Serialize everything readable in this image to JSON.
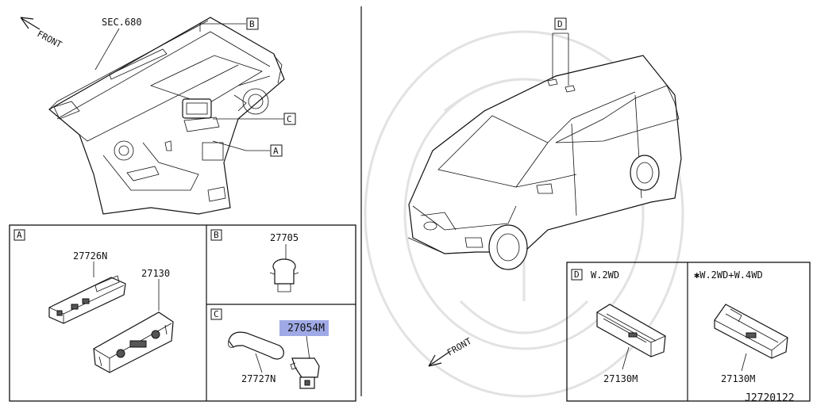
{
  "diagram": {
    "top_left": {
      "front_label": "FRONT",
      "section_label": "SEC.680",
      "callouts": [
        "B",
        "C",
        "A"
      ]
    },
    "panel_a": {
      "tag": "A",
      "parts": [
        "27726N",
        "27130"
      ]
    },
    "panel_b": {
      "tag": "B",
      "parts": [
        "27705"
      ]
    },
    "panel_c": {
      "tag": "C",
      "parts": [
        "27054M",
        "27727N"
      ]
    },
    "van": {
      "callout": "D",
      "front_label": "FRONT"
    },
    "panel_d": {
      "tag": "D",
      "left_heading": "W.2WD",
      "right_heading": "✱W.2WD+W.4WD",
      "left_part": "27130M",
      "right_part": "27130M"
    },
    "drawing_code": "J2720122",
    "highlight_color": "#9fa9e6"
  }
}
